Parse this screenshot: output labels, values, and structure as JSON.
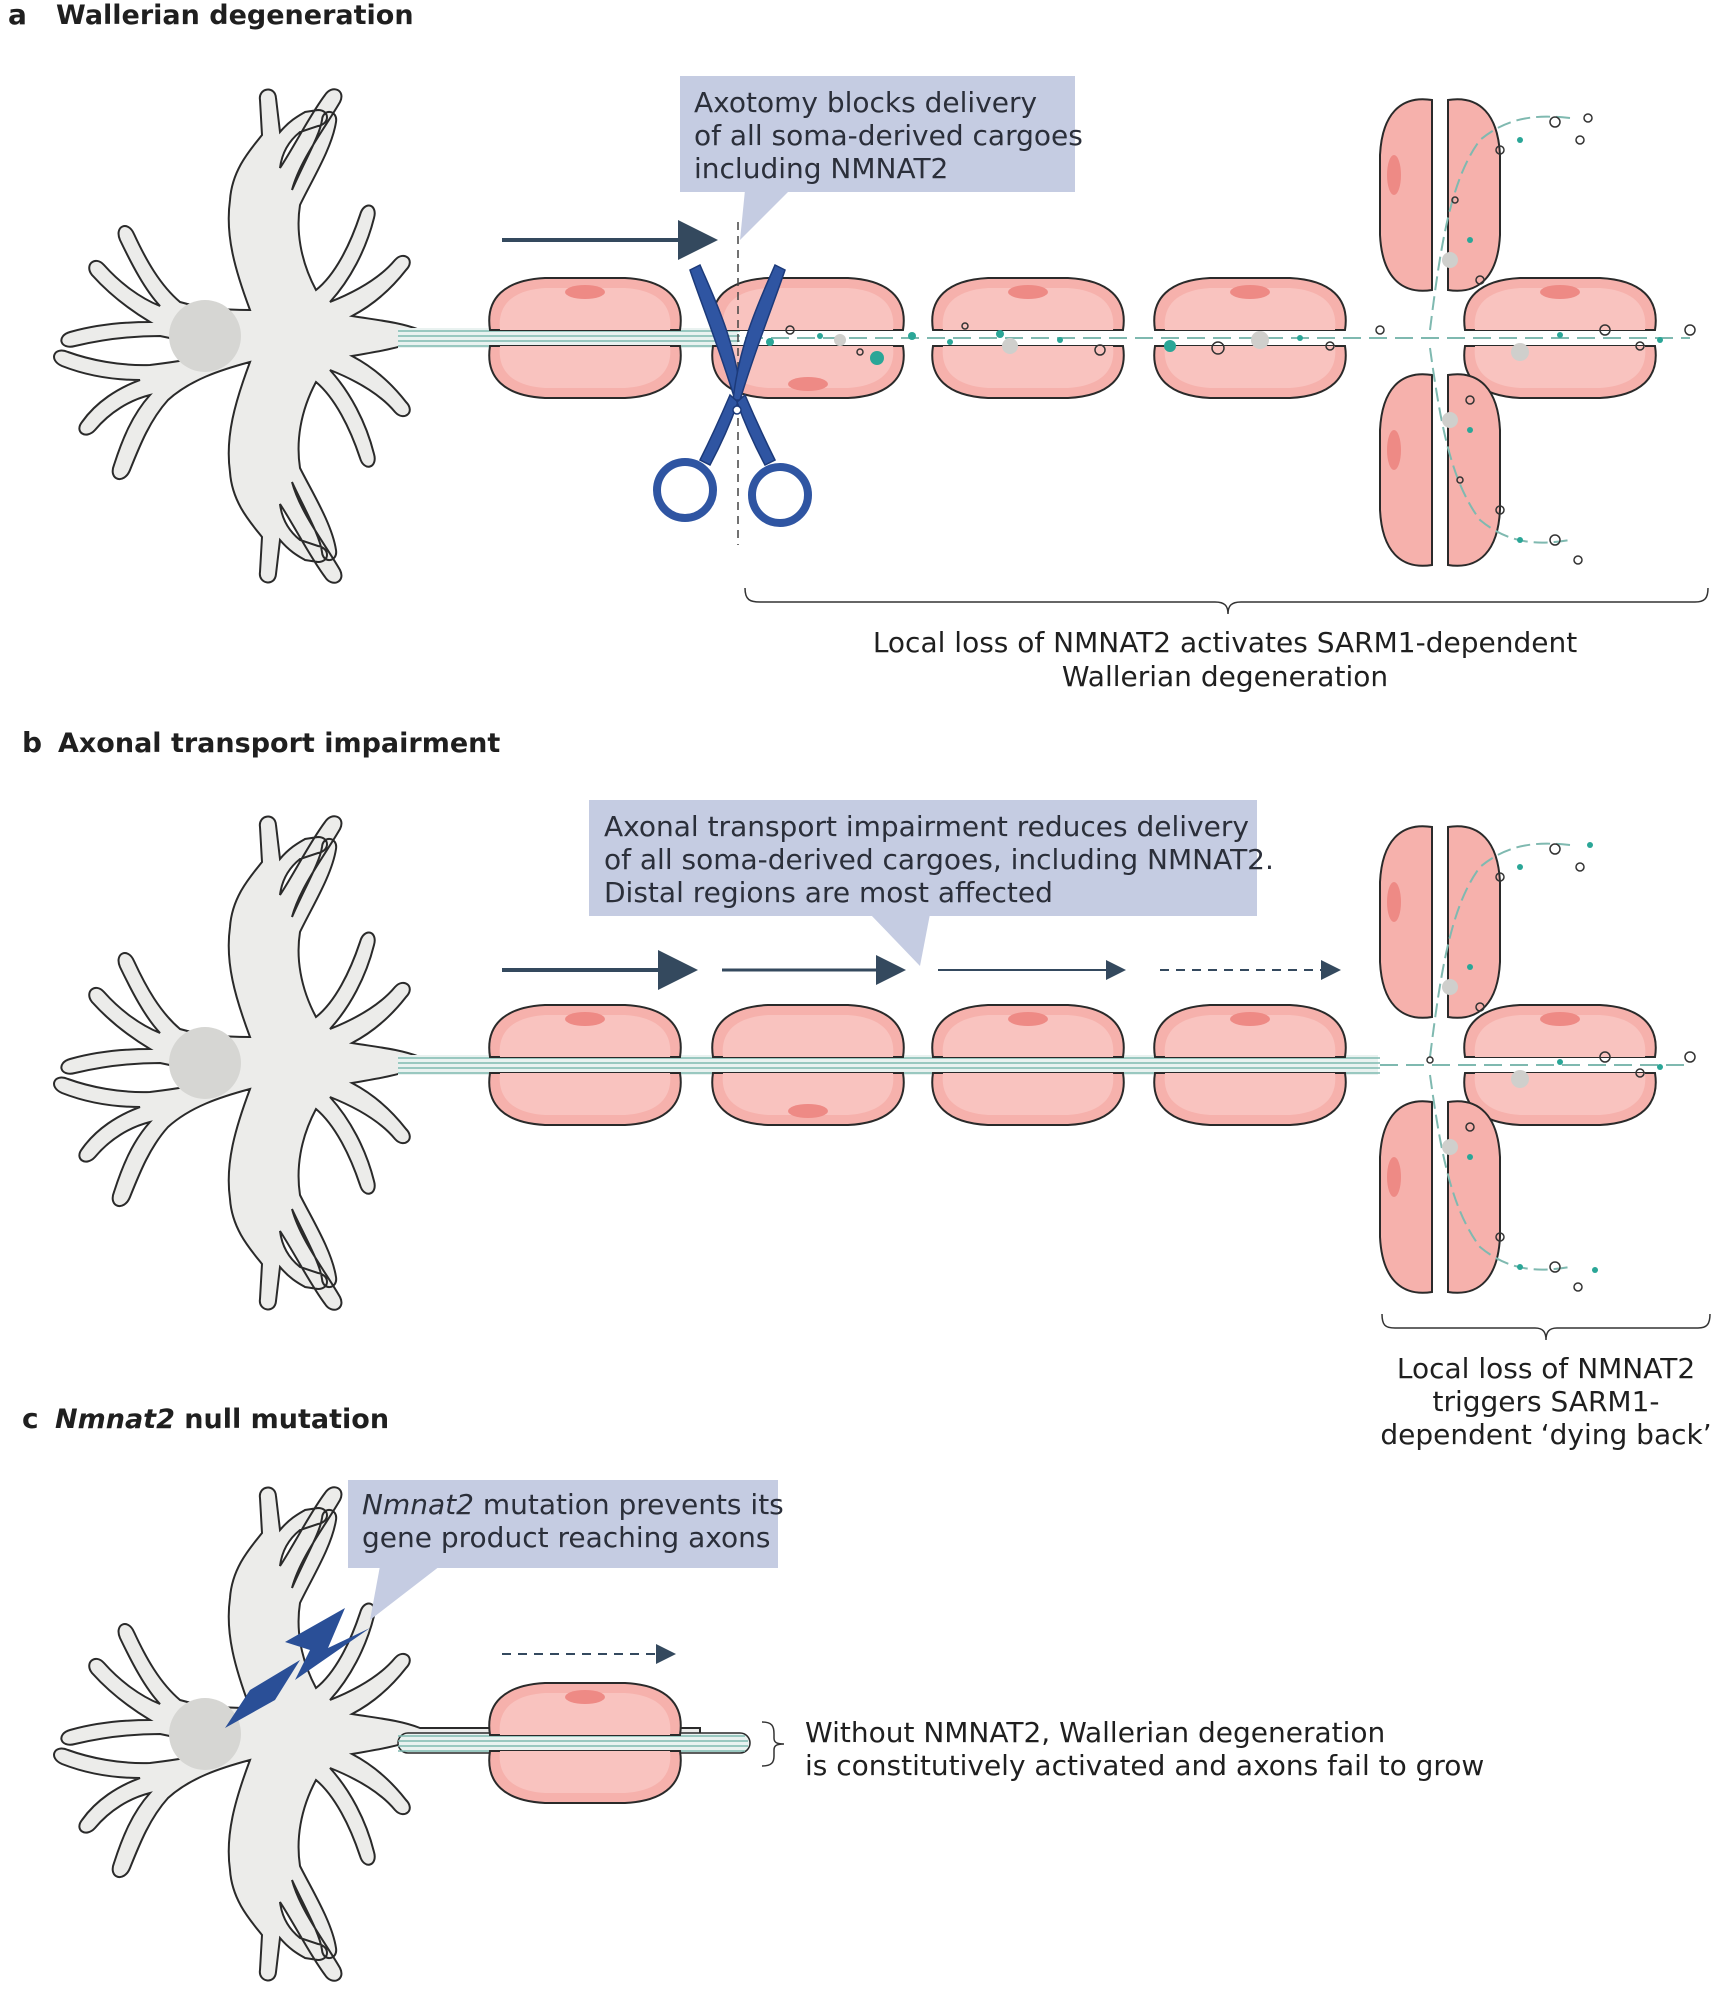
{
  "panels": {
    "a": {
      "letter": "a",
      "title": "Wallerian degeneration",
      "callout": [
        "Axotomy blocks delivery",
        "of all soma-derived cargoes",
        "including NMNAT2"
      ],
      "bracket_label": [
        "Local loss of NMNAT2 activates SARM1-dependent",
        "Wallerian degeneration"
      ]
    },
    "b": {
      "letter": "b",
      "title": "Axonal transport impairment",
      "callout": [
        "Axonal transport impairment reduces delivery",
        "of all soma-derived cargoes, including NMNAT2.",
        "Distal regions are most affected"
      ],
      "bracket_label": [
        "Local loss of NMNAT2",
        "triggers SARM1-",
        "dependent ‘dying back’"
      ]
    },
    "c": {
      "letter": "c",
      "title_gene": "Nmnat2",
      "title_rest": " null mutation",
      "callout_gene": "Nmnat2",
      "callout_line1_rest": " mutation prevents its",
      "callout_line2": "gene product reaching axons",
      "bracket_label": [
        "Without NMNAT2, Wallerian degeneration",
        "is constitutively activated and axons fail to grow"
      ]
    }
  },
  "colors": {
    "neuron_fill": "#ececea",
    "neuron_stroke": "#2a2a2a",
    "nucleus": "#d6d6d3",
    "myelin_fill": "#f6b1ac",
    "myelin_stroke": "#2a2a2a",
    "myelin_nucleus": "#ee8a85",
    "axon_line": "#7fb9b0",
    "callout_bg": "#c5cce2",
    "arrow": "#34495e",
    "scissors": "#2f55a2",
    "lightning": "#2a4f97",
    "debris_teal": "#2aa697",
    "debris_dark": "#333333"
  },
  "icons": [
    "scissors-icon",
    "lightning-bolt-icon",
    "arrow-icon"
  ]
}
